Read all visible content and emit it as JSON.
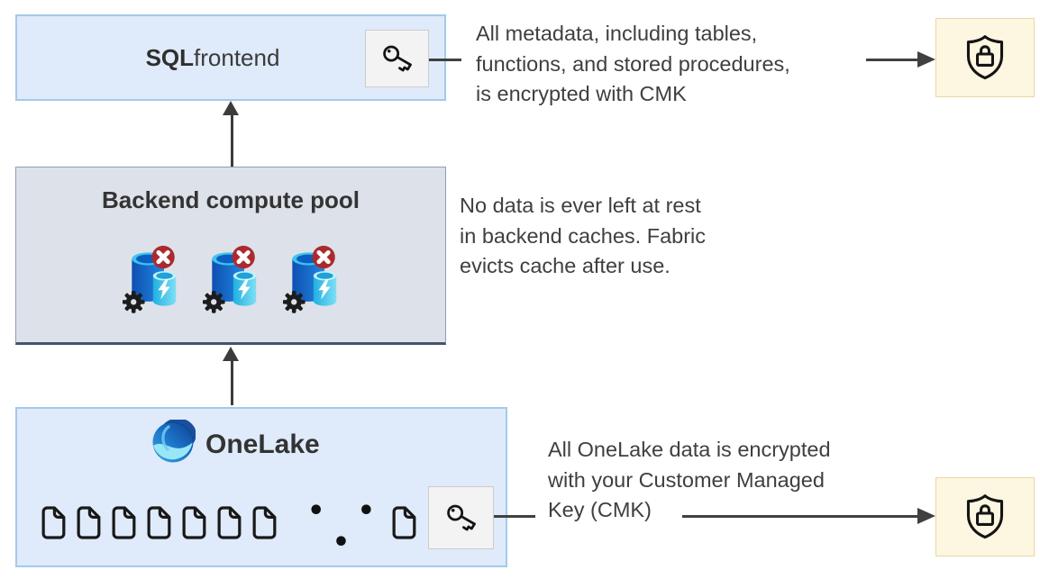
{
  "sql_box": {
    "title_bold": "SQL",
    "title_rest": " frontend"
  },
  "backend_box": {
    "title": "Backend compute pool",
    "cache_node_count": 3
  },
  "onelake_box": {
    "title": "OneLake",
    "document_count": 8,
    "ellipsis": "• • •"
  },
  "annotations": {
    "metadata": "All metadata, including tables,\nfunctions, and stored procedures,\nis encrypted with CMK",
    "cache": "No data is ever left at rest\nin backend caches. Fabric\nevicts cache after use.",
    "onelake": "All OneLake data is encrypted\nwith your Customer Managed\nKey (CMK)"
  },
  "icons": {
    "key": "key-icon",
    "shield_lock": "shield-lock-icon",
    "document": "document-icon",
    "cache_node": "cache-database-gear-icon",
    "onelake_logo": "onelake-logo",
    "blocked_badge": "red-x-badge"
  },
  "colors": {
    "box_blue_fill": "#dfeafa",
    "box_blue_border": "#a3c9ed",
    "box_gray_fill": "#dde1e9",
    "box_gray_border": "#44546a",
    "key_box_fill": "#f3f3f3",
    "shield_box_fill": "#fdf6e1",
    "shield_box_border": "#e9d7a3",
    "arrow": "#404040",
    "badge_red": "#ab2a2e",
    "text": "#3f3f3f"
  }
}
